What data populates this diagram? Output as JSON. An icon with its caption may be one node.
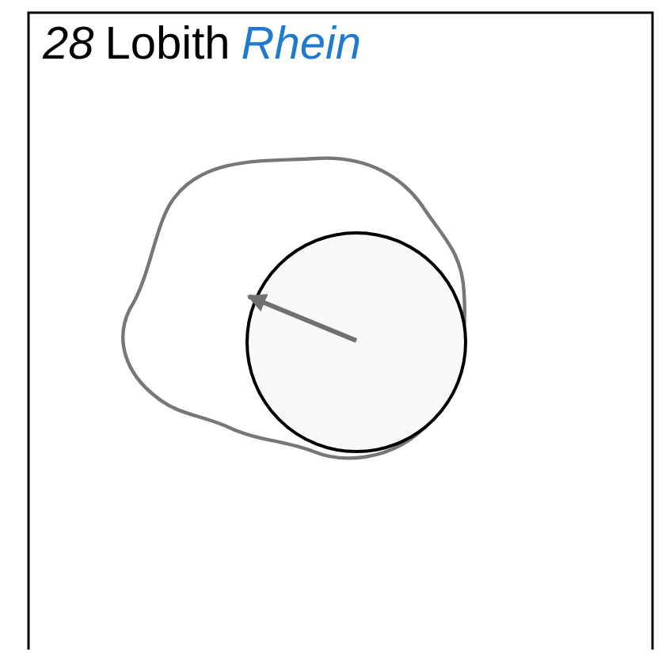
{
  "diagram": {
    "labels": [
      "28",
      "Lobith",
      "Rhein"
    ]
  }
}
